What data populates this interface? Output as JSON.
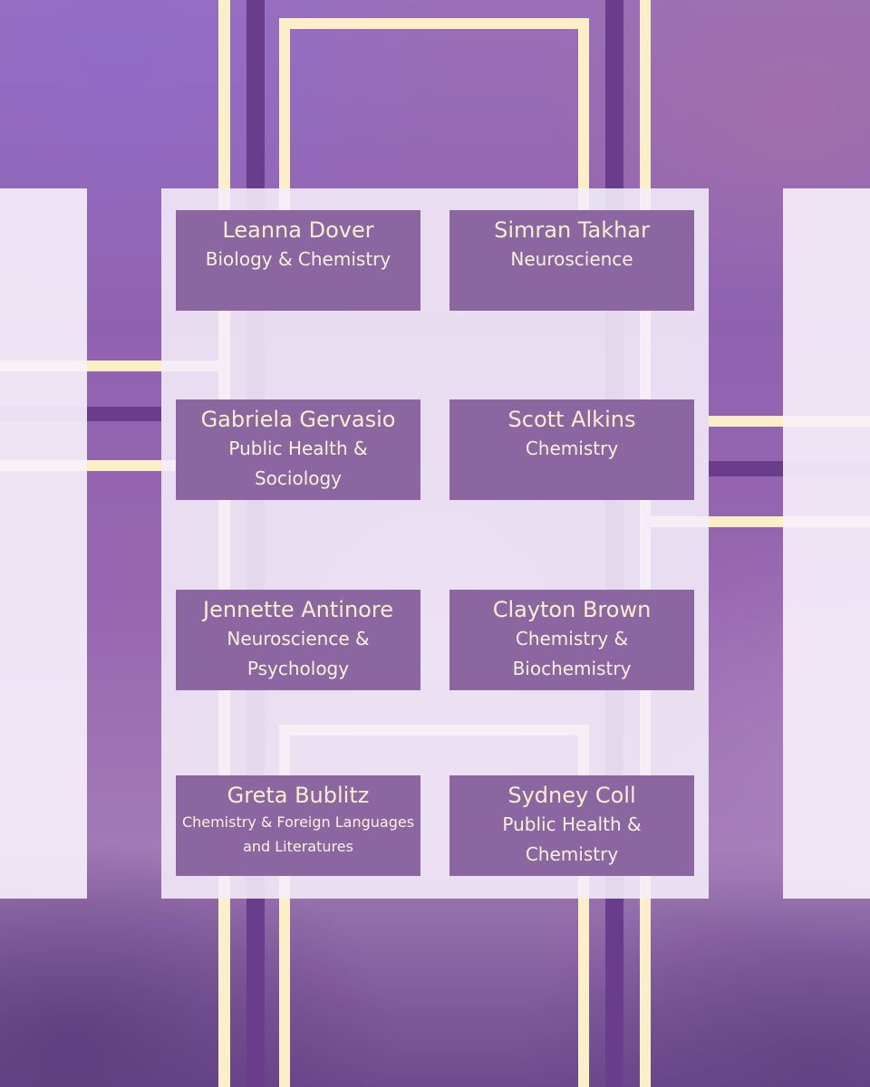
{
  "people": [
    {
      "name": "Leanna Dover",
      "department": "Biology & Chemistry"
    },
    {
      "name": "Simran Takhar",
      "department": "Neuroscience"
    },
    {
      "name": "Gabriela Gervasio",
      "department": "Public Health & Sociology"
    },
    {
      "name": "Scott Alkins",
      "department": "Chemistry"
    },
    {
      "name": "Jennette Antinore",
      "department": "Neuroscience & Psychology"
    },
    {
      "name": "Clayton Brown",
      "department": "Chemistry & Biochemistry"
    },
    {
      "name": "Greta Bublitz",
      "department": "Chemistry & Foreign Languages and Literatures"
    },
    {
      "name": "Sydney Coll",
      "department": "Public Health & Chemistry"
    }
  ],
  "colors": {
    "card_background": "#8c66a1",
    "card_text": "#fbefcf",
    "accent_stripe": "#fbefc8",
    "dark_stripe": "#6a3d8c"
  }
}
